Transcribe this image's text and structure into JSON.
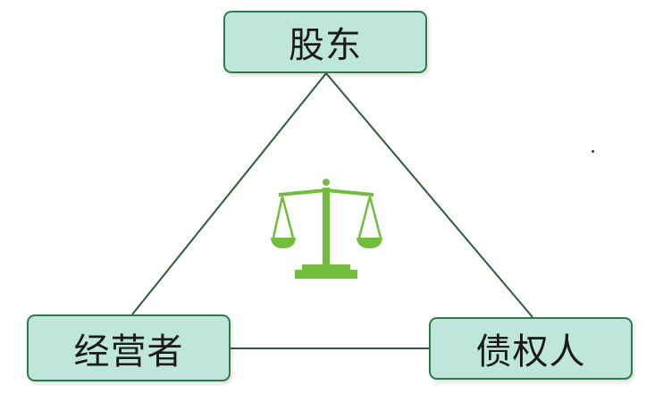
{
  "nodes": {
    "top": {
      "label": "股东"
    },
    "left": {
      "label": "经营者"
    },
    "right": {
      "label": "债权人"
    }
  },
  "center_icon": {
    "name": "balance-scale-icon",
    "color": "#72bd3c"
  },
  "colors": {
    "node_fill": "#bfe6db",
    "node_border": "#2f7a4a",
    "line": "#2e5a3a"
  }
}
